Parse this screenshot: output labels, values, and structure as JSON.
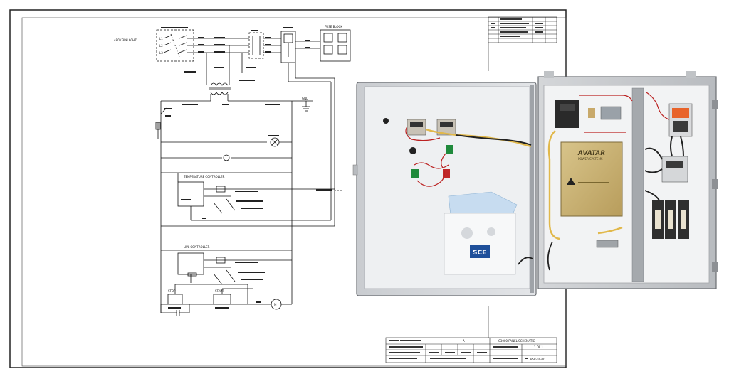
{
  "schematic": {
    "title_block_bottom": {
      "line1": "A",
      "line2": "C3000 PANEL SCHEMATIC",
      "sheet": "1 OF 1",
      "drawing_no": "PSR-01-00"
    },
    "labels": {
      "supply": "480V 3PH 60HZ",
      "lbl_l1": "L1",
      "lbl_l2": "L2",
      "lbl_l3": "L3",
      "fuse_block": "FUSE BLOCK",
      "ground": "GND",
      "temp_controller": "TEMPERATURE CONTROLLER",
      "lwl_controller": "LWL CONTROLLER",
      "stop": "STOP",
      "start": "START",
      "motor": "M"
    }
  },
  "panel": {
    "logo": "AVATAR",
    "logo_sub": "POWER SYSTEMS",
    "plate_logo": "SCE"
  }
}
